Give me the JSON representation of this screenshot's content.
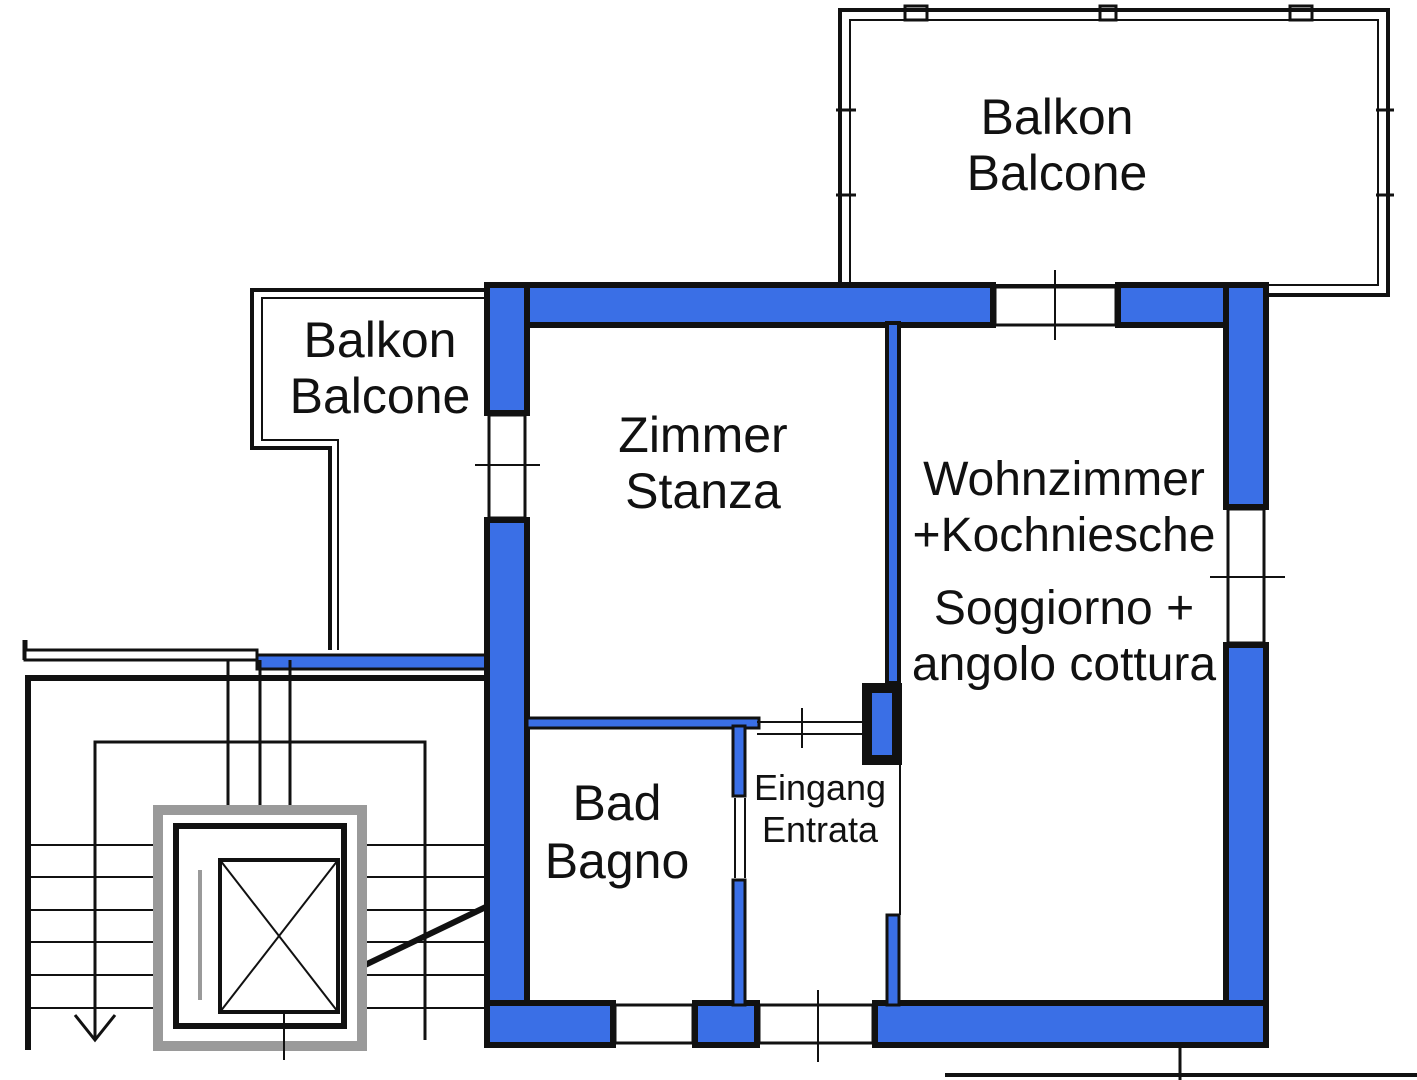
{
  "rooms": {
    "balcony_top": {
      "line1": "Balkon",
      "line2": "Balcone"
    },
    "balcony_left": {
      "line1": "Balkon",
      "line2": "Balcone"
    },
    "bedroom": {
      "line1": "Zimmer",
      "line2": "Stanza"
    },
    "living": {
      "line1": "Wohnzimmer",
      "line2": "+Kochniesche",
      "line3": "Soggiorno +",
      "line4": "angolo cottura"
    },
    "bathroom": {
      "line1": "Bad",
      "line2": "Bagno"
    },
    "entrance": {
      "line1": "Eingang",
      "line2": "Entrata"
    }
  },
  "colors": {
    "wall_fill": "#3a6fe6",
    "line": "#111111",
    "background": "#ffffff"
  }
}
